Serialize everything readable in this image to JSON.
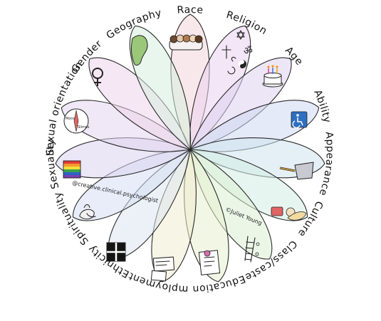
{
  "diagram": {
    "labels": [
      "Race",
      "Religion",
      "Age",
      "Ability",
      "Appearance",
      "Culture",
      "Class/caste",
      "Education",
      "Employment",
      "Ethnicity",
      "Spirituality",
      "Sexuality",
      "Sexual orientation",
      "Gender",
      "Geography"
    ],
    "petal_colors": [
      "#f2d6dc",
      "#e9d2ee",
      "#ddd1f0",
      "#d0d9f2",
      "#cfe4ef",
      "#d2ece4",
      "#dceed4",
      "#e8f0d0",
      "#f1edcf",
      "#dde6f0",
      "#d6def4",
      "#dbd4f0",
      "#e4d6ee",
      "#ecd4ea",
      "#d7eedf"
    ],
    "credits": {
      "juliet": "©Juliet Young",
      "clinical": "@creative.clinical.psychologist"
    },
    "icons": {
      "religion_symbol": "ॐ",
      "compass_north": "N",
      "compass_s": "S",
      "sexual_orientation": {
        "top": "Mono",
        "bottom": "Slimes"
      }
    }
  }
}
